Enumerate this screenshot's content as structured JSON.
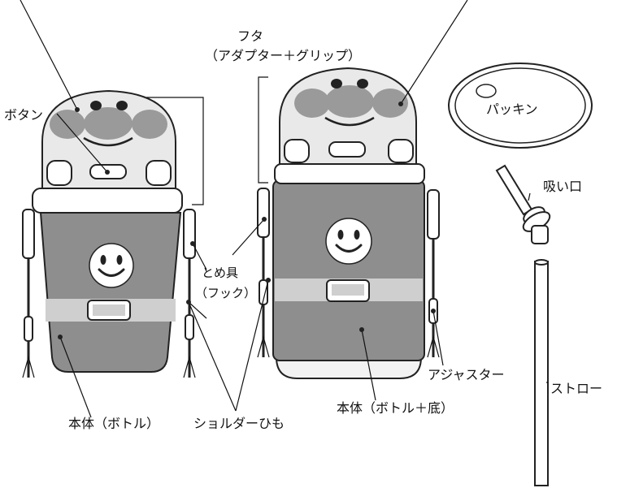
{
  "labels": {
    "button": "ボタン",
    "lid_line1": "フタ",
    "lid_line2": "（アダプター＋グリップ）",
    "packing": "パッキン",
    "mouthpiece": "吸い口",
    "clip_line1": "とめ具",
    "clip_line2": "（フック）",
    "adjuster": "アジャスター",
    "straw": "ストロー",
    "body_bottle": "本体（ボトル）",
    "body_bottle_base": "本体（ボトル＋底）",
    "shoulder_strap": "ショルダーひも"
  },
  "colors": {
    "body_gray": "#8e8e8e",
    "band_gray": "#cfcfcf",
    "face_gray": "#9a9a9a",
    "lid_gray": "#e9e9e9",
    "outline": "#222222"
  }
}
